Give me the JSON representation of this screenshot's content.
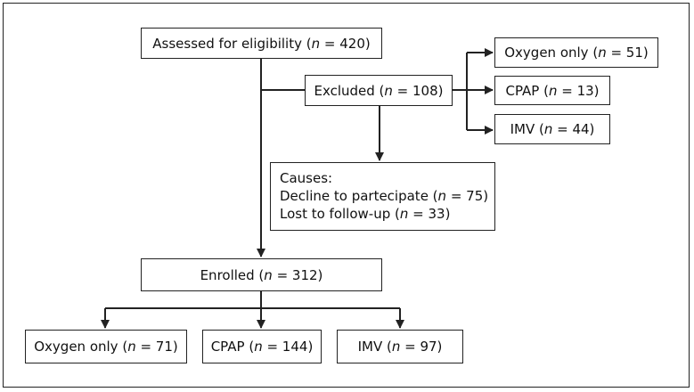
{
  "assessed": {
    "label": "Assessed for eligibility (",
    "n_label": "n",
    "value": " = 420)"
  },
  "excluded": {
    "label": "Excluded (",
    "n_label": "n",
    "value": " = 108)"
  },
  "excluded_types": [
    {
      "label": "Oxygen only (",
      "n_label": "n",
      "value": " = 51)"
    },
    {
      "label": "CPAP (",
      "n_label": "n",
      "value": " = 13)"
    },
    {
      "label": "IMV (",
      "n_label": "n",
      "value": " = 44)"
    }
  ],
  "causes": {
    "title": "Causes:",
    "items": [
      {
        "label": "Decline to partecipate (",
        "n_label": "n",
        "value": " = 75)"
      },
      {
        "label": "Lost to follow-up (",
        "n_label": "n",
        "value": " = 33)"
      }
    ]
  },
  "enrolled": {
    "label": "Enrolled (",
    "n_label": "n",
    "value": " = 312)"
  },
  "enrolled_groups": [
    {
      "label": "Oxygen only (",
      "n_label": "n",
      "value": " = 71)"
    },
    {
      "label": "CPAP (",
      "n_label": "n",
      "value": " = 144)"
    },
    {
      "label": "IMV (",
      "n_label": "n",
      "value": " = 97)"
    }
  ]
}
